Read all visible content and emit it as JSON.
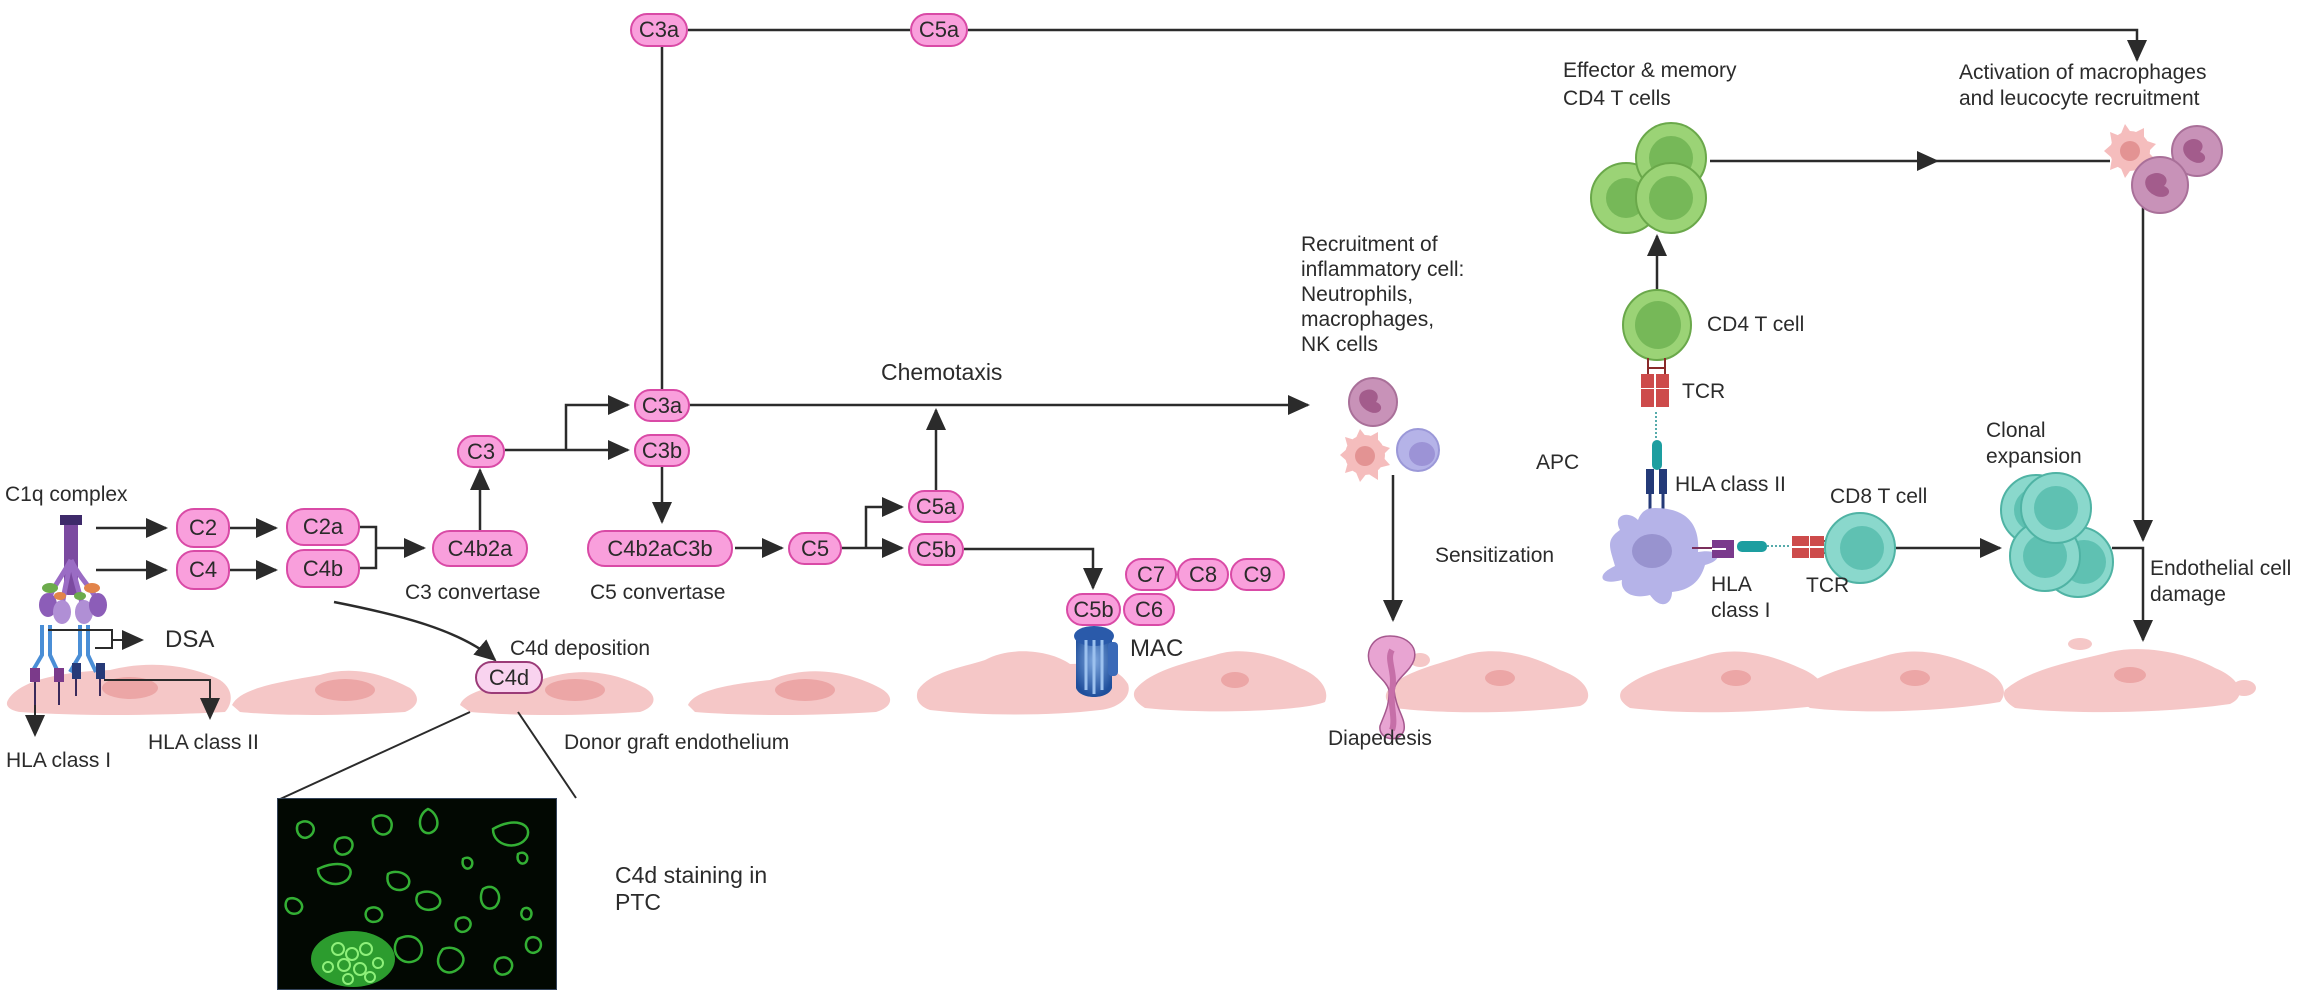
{
  "figure": {
    "title": "Antibody-mediated rejection: complement cascade and T-cell mediated endothelial damage"
  },
  "complement": {
    "c1q_label": "C1q complex",
    "dsa_label": "DSA",
    "hla_class_1_label": "HLA class I",
    "hla_class_2_label": "HLA class II",
    "pills": {
      "c2": "C2",
      "c4": "C4",
      "c2a": "C2a",
      "c4b": "C4b",
      "c4b2a": "C4b2a",
      "c3": "C3",
      "c3a_top": "C3a",
      "c5a_top": "C5a",
      "c3a": "C3a",
      "c3b": "C3b",
      "c4b2ac3b": "C4b2aC3b",
      "c5": "C5",
      "c5a": "C5a",
      "c5b": "C5b",
      "mac_c5b": "C5b",
      "mac_c6": "C6",
      "mac_c7": "C7",
      "mac_c8": "C8",
      "mac_c9": "C9",
      "c4d": "C4d"
    },
    "c3_convertase_label": "C3 convertase",
    "c5_convertase_label": "C5 convertase",
    "chemotaxis_label": "Chemotaxis",
    "c4d_deposition_label": "C4d deposition",
    "mac_label": "MAC",
    "donor_endothelium_label": "Donor graft endothelium",
    "c4d_staining_label_line1": "C4d staining in",
    "c4d_staining_label_line2": "PTC"
  },
  "inflammation": {
    "recruitment_lines": [
      "Recruitment of",
      "inflammatory cell:",
      "Neutrophils,",
      "macrophages,",
      "NK cells"
    ],
    "diapedesis_label": "Diapedesis"
  },
  "tcell": {
    "effector_line1": "Effector & memory",
    "effector_line2": "CD4 T cells",
    "activation_line1": "Activation of macrophages",
    "activation_line2": "and leucocyte recruitment",
    "cd4_label": "CD4 T cell",
    "tcr_top_label": "TCR",
    "apc_label": "APC",
    "hla_class_2_label": "HLA class II",
    "sensitization_label": "Sensitization",
    "hla_class_1_line1": "HLA",
    "hla_class_1_line2": "class I",
    "tcr_bottom_label": "TCR",
    "cd8_label": "CD8 T cell",
    "clonal_line1": "Clonal",
    "clonal_line2": "expansion",
    "damage_line1": "Endothelial cell",
    "damage_line2": "damage"
  },
  "colors": {
    "pill_fill": "#f99fdc",
    "pill_border": "#d94aa6",
    "endothelium": "#f5c7c7",
    "endothelium_nucleus": "#eca6a6",
    "cd4_green": "#9bd376",
    "cd8_teal": "#8ad8cc",
    "apc_lavender": "#b5b3e8",
    "mac_blue": "#2f62b0",
    "arrow": "#2b2b2b"
  }
}
